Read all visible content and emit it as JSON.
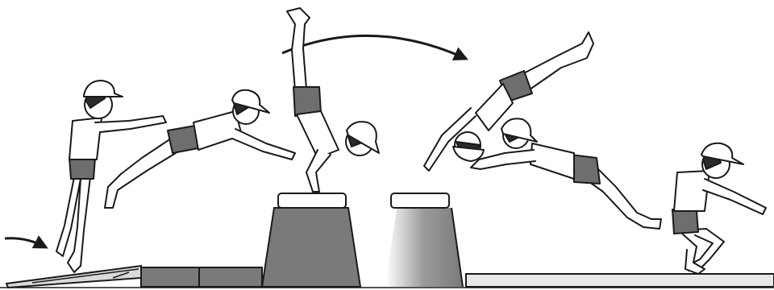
{
  "illustration": {
    "figures": [
      {
        "phase": "run-up"
      },
      {
        "phase": "take-off"
      },
      {
        "phase": "handstand-on-box"
      },
      {
        "phase": "handspring-flight"
      },
      {
        "phase": "arch"
      },
      {
        "phase": "landing"
      }
    ],
    "equipment": [
      "springboard",
      "mat-blocks",
      "vaulting-box",
      "vaulting-box-second",
      "landing-mat"
    ],
    "arrows": [
      "approach-arrow",
      "flight-arrow"
    ],
    "colors": {
      "outline": "#1a1a1a",
      "shorts": "#6e6e6e",
      "box": "#7a7a7a",
      "mat": "#bdbdbd",
      "skin": "#ffffff",
      "hair": "#2a2a2a"
    }
  }
}
